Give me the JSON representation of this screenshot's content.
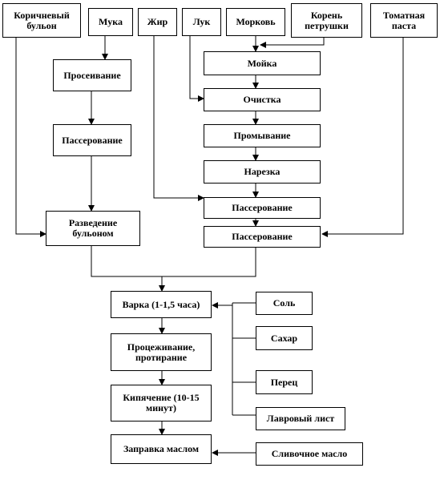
{
  "ingredients": {
    "brown_broth": "Коричневый бульон",
    "flour": "Мука",
    "fat": "Жир",
    "onion": "Лук",
    "carrot": "Морковь",
    "parsley_root": "Корень петрушки",
    "tomato_paste": "Томатная паста",
    "salt": "Соль",
    "sugar": "Сахар",
    "pepper": "Перец",
    "bay_leaf": "Лавровый лист",
    "butter": "Сливочное масло"
  },
  "steps": {
    "sifting": "Просеивание",
    "flour_sauteing": "Пассерование",
    "dilution_with_broth": "Разведение бульоном",
    "washing": "Мойка",
    "peeling": "Очистка",
    "rinsing": "Промывание",
    "cutting": "Нарезка",
    "veg_sauteing": "Пассерование",
    "sauteing_with_paste": "Пассерование",
    "cooking": "Варка (1-1,5 часа)",
    "straining": "Процеживание, протирание",
    "boiling": "Кипячение (10-15 минут)",
    "dressing": "Заправка маслом"
  }
}
